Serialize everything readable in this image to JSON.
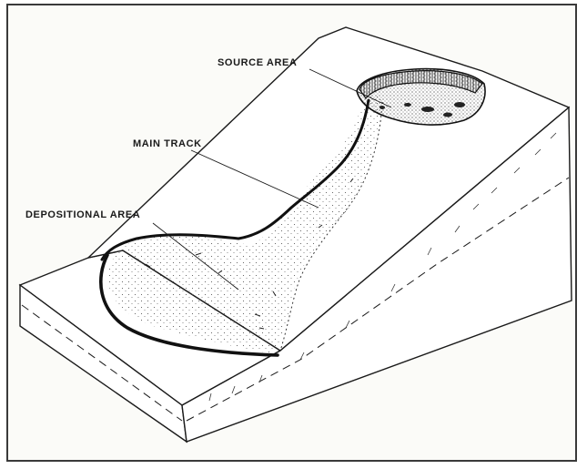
{
  "labels": {
    "source_area": "SOURCE AREA",
    "main_track": "MAIN TRACK",
    "depositional_area": "DEPOSITIONAL AREA"
  },
  "colors": {
    "ink": "#1a1a1a",
    "paper": "#fbfbf8",
    "frame": "#3a3a3a"
  }
}
